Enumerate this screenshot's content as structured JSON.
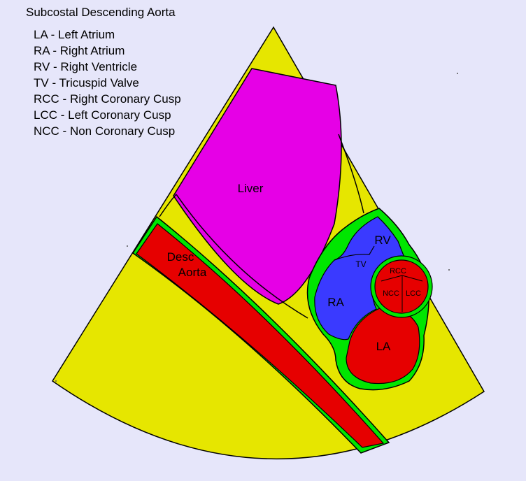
{
  "title": "Subcostal Descending Aorta",
  "legend": [
    "LA - Left Atrium",
    "RA - Right Atrium",
    "RV - Right Ventricle",
    "TV - Tricuspid Valve",
    "RCC - Right Coronary Cusp",
    "LCC - Left Coronary Cusp",
    "NCC - Non Coronary Cusp"
  ],
  "labels": {
    "liver": "Liver",
    "desc_line1": "Desc",
    "desc_line2": "Aorta",
    "rv": "RV",
    "tv": "TV",
    "ra": "RA",
    "la": "LA",
    "rcc": "RCC",
    "ncc": "NCC",
    "lcc": "LCC"
  },
  "colors": {
    "background": "#e6e6fa",
    "sector": "#e6e600",
    "liver": "#e600e6",
    "aorta": "#e60000",
    "wall": "#00e600",
    "right_heart": "#3a3aff"
  }
}
